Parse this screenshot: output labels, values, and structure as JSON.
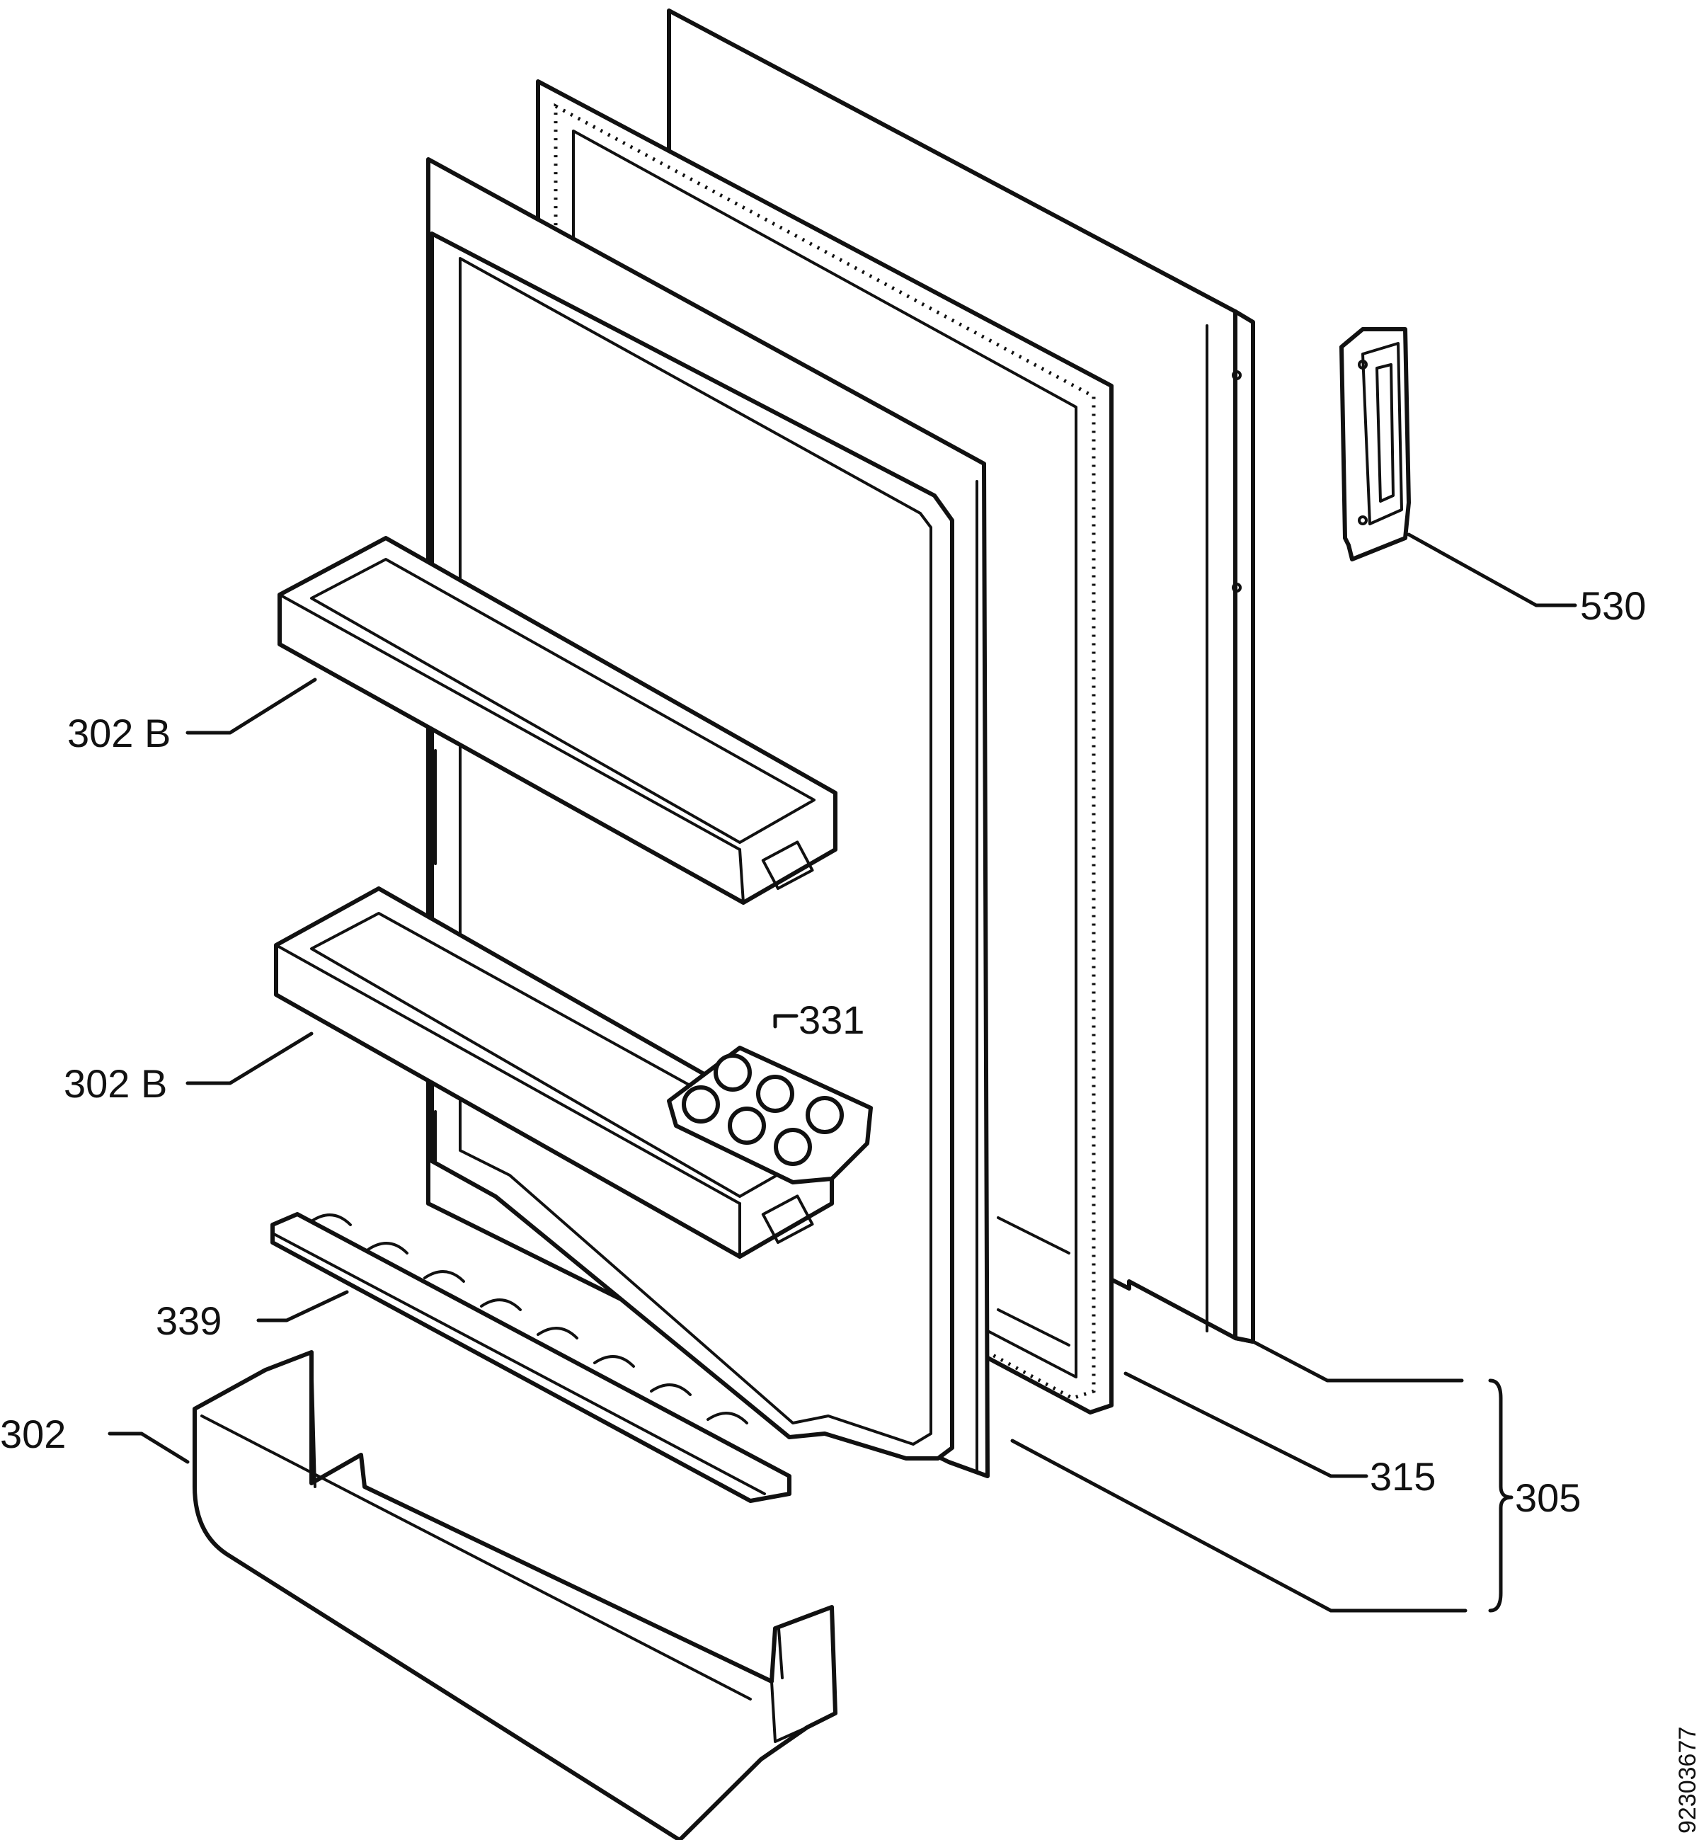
{
  "callouts": {
    "hinge": "530",
    "shelf_upper": "302 B",
    "shelf_lower": "302 B",
    "egg_tray": "331",
    "bottle_retainer": "339",
    "bottle_shelf": "302",
    "gasket": "315",
    "door_assembly": "305"
  },
  "document_number": "92303677"
}
